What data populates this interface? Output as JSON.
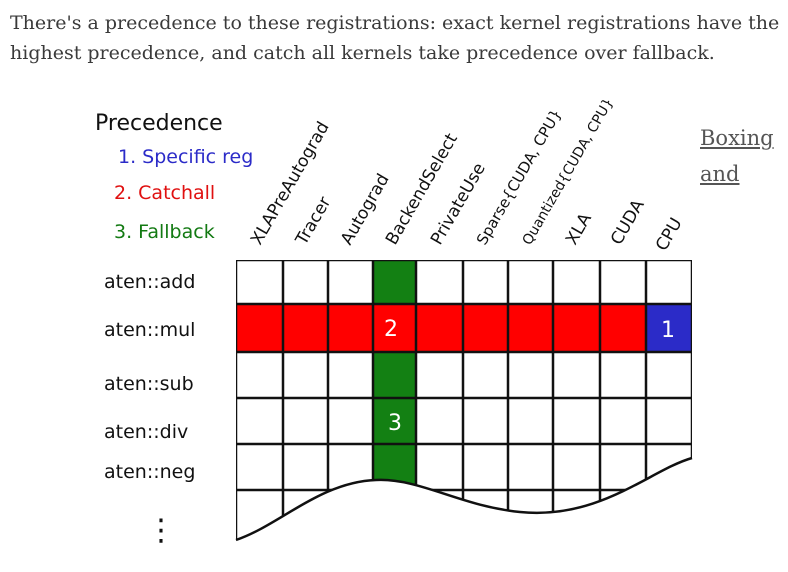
{
  "paragraph": "There's a precedence to these registrations: exact kernel registrations have the highest precedence, and catch all kernels take precedence over fallback.",
  "side_link": {
    "line1": "Boxing",
    "line2": "and"
  },
  "legend": {
    "title": "Precedence",
    "items": [
      {
        "label": "1. Specific reg",
        "color": "#2b2bc8"
      },
      {
        "label": "2. Catchall",
        "color": "#e01010"
      },
      {
        "label": "3. Fallback",
        "color": "#137a13"
      }
    ]
  },
  "columns": [
    "XLAPreAutograd",
    "Tracer",
    "Autograd",
    "BackendSelect",
    "PrivateUse",
    "Sparse{CUDA, CPU}",
    "Quantized{CUDA, CPU}",
    "XLA",
    "CUDA",
    "CPU"
  ],
  "rows": [
    "aten::add",
    "aten::mul",
    "aten::sub",
    "aten::div",
    "aten::neg"
  ],
  "more_rows": "⋮",
  "markers": {
    "specific": "1",
    "catchall": "2",
    "fallback": "3"
  },
  "colors": {
    "specific": "#2b2bc8",
    "catchall": "#ff0000",
    "fallback": "#138013",
    "ink": "#111111"
  }
}
